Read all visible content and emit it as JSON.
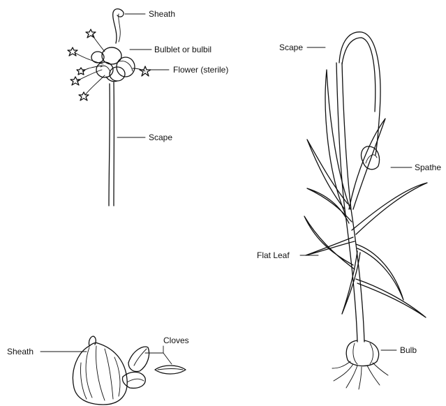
{
  "labels": {
    "sheath_top": "Sheath",
    "bulblet": "Bulblet or bulbil",
    "flower": "Flower (sterile)",
    "scape_left": "Scape",
    "scape_right": "Scape",
    "spathe": "Spathe",
    "flat_leaf": "Flat Leaf",
    "bulb": "Bulb",
    "sheath_bottom": "Sheath",
    "cloves": "Cloves"
  }
}
